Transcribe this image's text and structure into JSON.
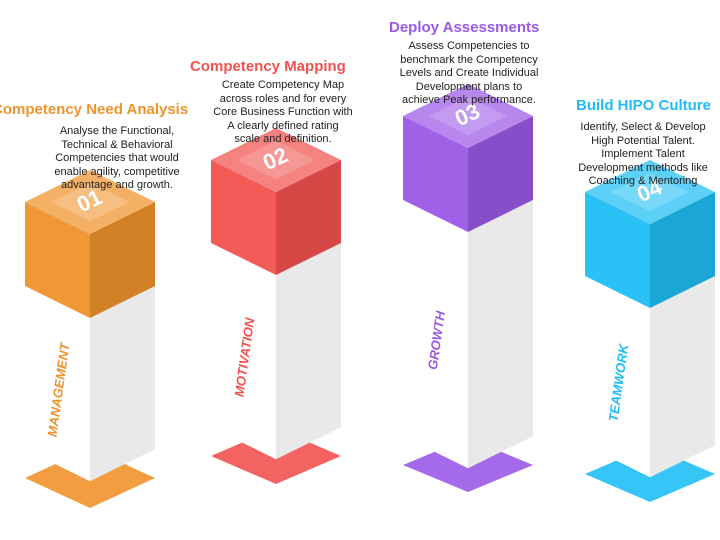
{
  "steps": [
    {
      "number": "01",
      "title": "Competency Need Analysis",
      "description": [
        "Analyse the Functional,",
        "Technical & Behavioral",
        "Competencies that would",
        "enable agility, competitive",
        "advantage and growth."
      ],
      "pillar_label": "MANAGEMENT",
      "color": "#F0932B"
    },
    {
      "number": "02",
      "title": "Competency Mapping",
      "description": [
        "Create Competency Map",
        "across roles and for every",
        "Core Business Function with",
        "A clearly defined rating",
        "scale and definition."
      ],
      "pillar_label": "MOTIVATION",
      "color": "#F2524F"
    },
    {
      "number": "03",
      "title": "Deploy Assessments",
      "description": [
        "Assess Competencies to",
        "benchmark the Competency",
        "Levels and Create Individual",
        "Development plans to",
        "achieve Peak performance."
      ],
      "pillar_label": "GROWTH",
      "color": "#9B59E6"
    },
    {
      "number": "04",
      "title": "Build HIPO Culture",
      "description": [
        "Identify, Select & Develop",
        "High Potential Talent.",
        "Implement Talent",
        "Development methods like",
        "Coaching & Mentoring"
      ],
      "pillar_label": "TEAMWORK",
      "color": "#1EBEF5"
    }
  ]
}
